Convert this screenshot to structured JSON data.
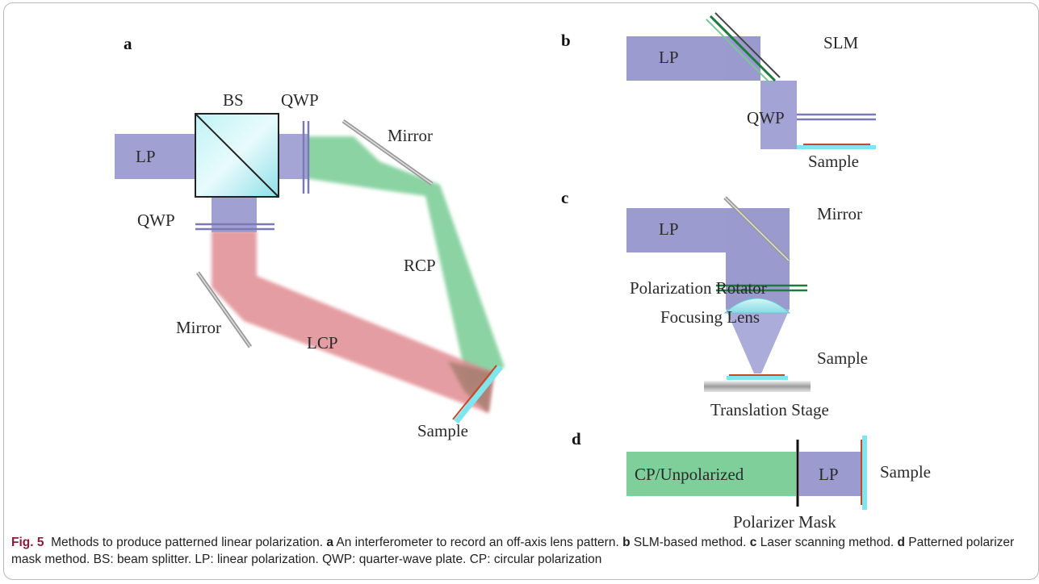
{
  "figure": {
    "panel_labels": {
      "a": "a",
      "b": "b",
      "c": "c",
      "d": "d"
    },
    "panel_a": {
      "lp": "LP",
      "bs": "BS",
      "qwp_top": "QWP",
      "qwp_left": "QWP",
      "mirror_top": "Mirror",
      "mirror_left": "Mirror",
      "rcp": "RCP",
      "lcp": "LCP",
      "sample": "Sample"
    },
    "panel_b": {
      "lp": "LP",
      "slm": "SLM",
      "qwp": "QWP",
      "sample": "Sample"
    },
    "panel_c": {
      "lp": "LP",
      "mirror": "Mirror",
      "rotator": "Polarization Rotator",
      "lens": "Focusing Lens",
      "sample": "Sample",
      "stage": "Translation Stage"
    },
    "panel_d": {
      "cp": "CP/Unpolarized",
      "lp": "LP",
      "sample": "Sample",
      "mask": "Polarizer Mask"
    },
    "colors": {
      "lp_beam": "#9b9bd0",
      "rcp_beam": "#7fcf9a",
      "lcp_beam": "#e08c92",
      "sample": "#7fe6ee",
      "accent": "#8a1c3c"
    }
  },
  "caption": {
    "fig_label": "Fig. 5",
    "title": "Methods to produce patterned linear polarization.",
    "a_label": "a",
    "a_text": "An interferometer to record an off-axis lens pattern.",
    "b_label": "b",
    "b_text": "SLM-based method.",
    "c_label": "c",
    "c_text": "Laser scanning method.",
    "d_label": "d",
    "d_text": "Patterned polarizer mask method. BS: beam splitter. LP: linear polarization. QWP: quarter-wave plate. CP: circular polarization"
  }
}
